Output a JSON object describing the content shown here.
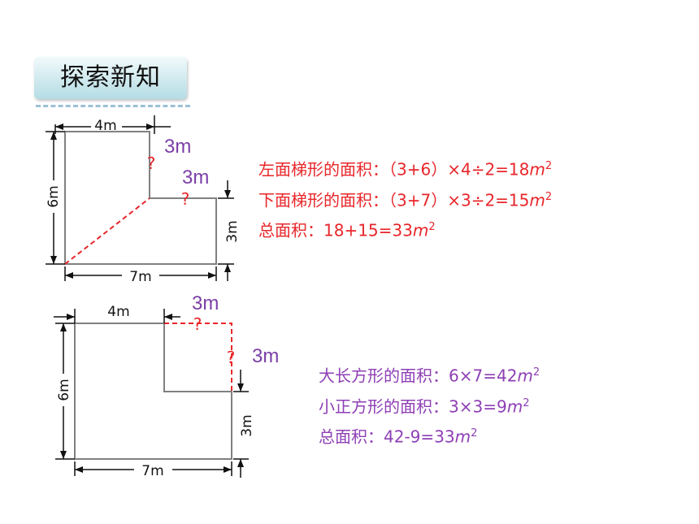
{
  "title": "探索新知",
  "figure1": {
    "top_width": "4m",
    "left_height": "6m",
    "bottom_width": "7m",
    "right_height": "3m",
    "notch_right_label": "3m",
    "notch_down_label": "3m",
    "question_mark": "?"
  },
  "figure2": {
    "top_width": "4m",
    "left_height": "6m",
    "bottom_width": "7m",
    "right_height": "3m",
    "notch_right_label": "3m",
    "notch_down_label": "3m",
    "question_mark": "?"
  },
  "method1": {
    "lines": [
      {
        "text": "左面梯形的面积：（3+6）×4÷2=18",
        "unit": "m",
        "exp": "2"
      },
      {
        "text": "下面梯形的面积：（3+7）×3÷2=15",
        "unit": "m",
        "exp": "2"
      },
      {
        "text": "总面积：18+15=33",
        "unit": "m",
        "exp": "2"
      }
    ]
  },
  "method2": {
    "lines": [
      {
        "text": "大长方形的面积：6×7=42",
        "unit": "m",
        "exp": "2"
      },
      {
        "text": "小正方形的面积：3×3=9",
        "unit": "m",
        "exp": "2"
      },
      {
        "text": "总面积：42-9=33",
        "unit": "m",
        "exp": "2"
      }
    ]
  },
  "colors": {
    "method1": "#e8262a",
    "method2": "#8e3fb5",
    "outline": "#808080",
    "dimension": "#111111",
    "dashed": "#e8262a"
  }
}
